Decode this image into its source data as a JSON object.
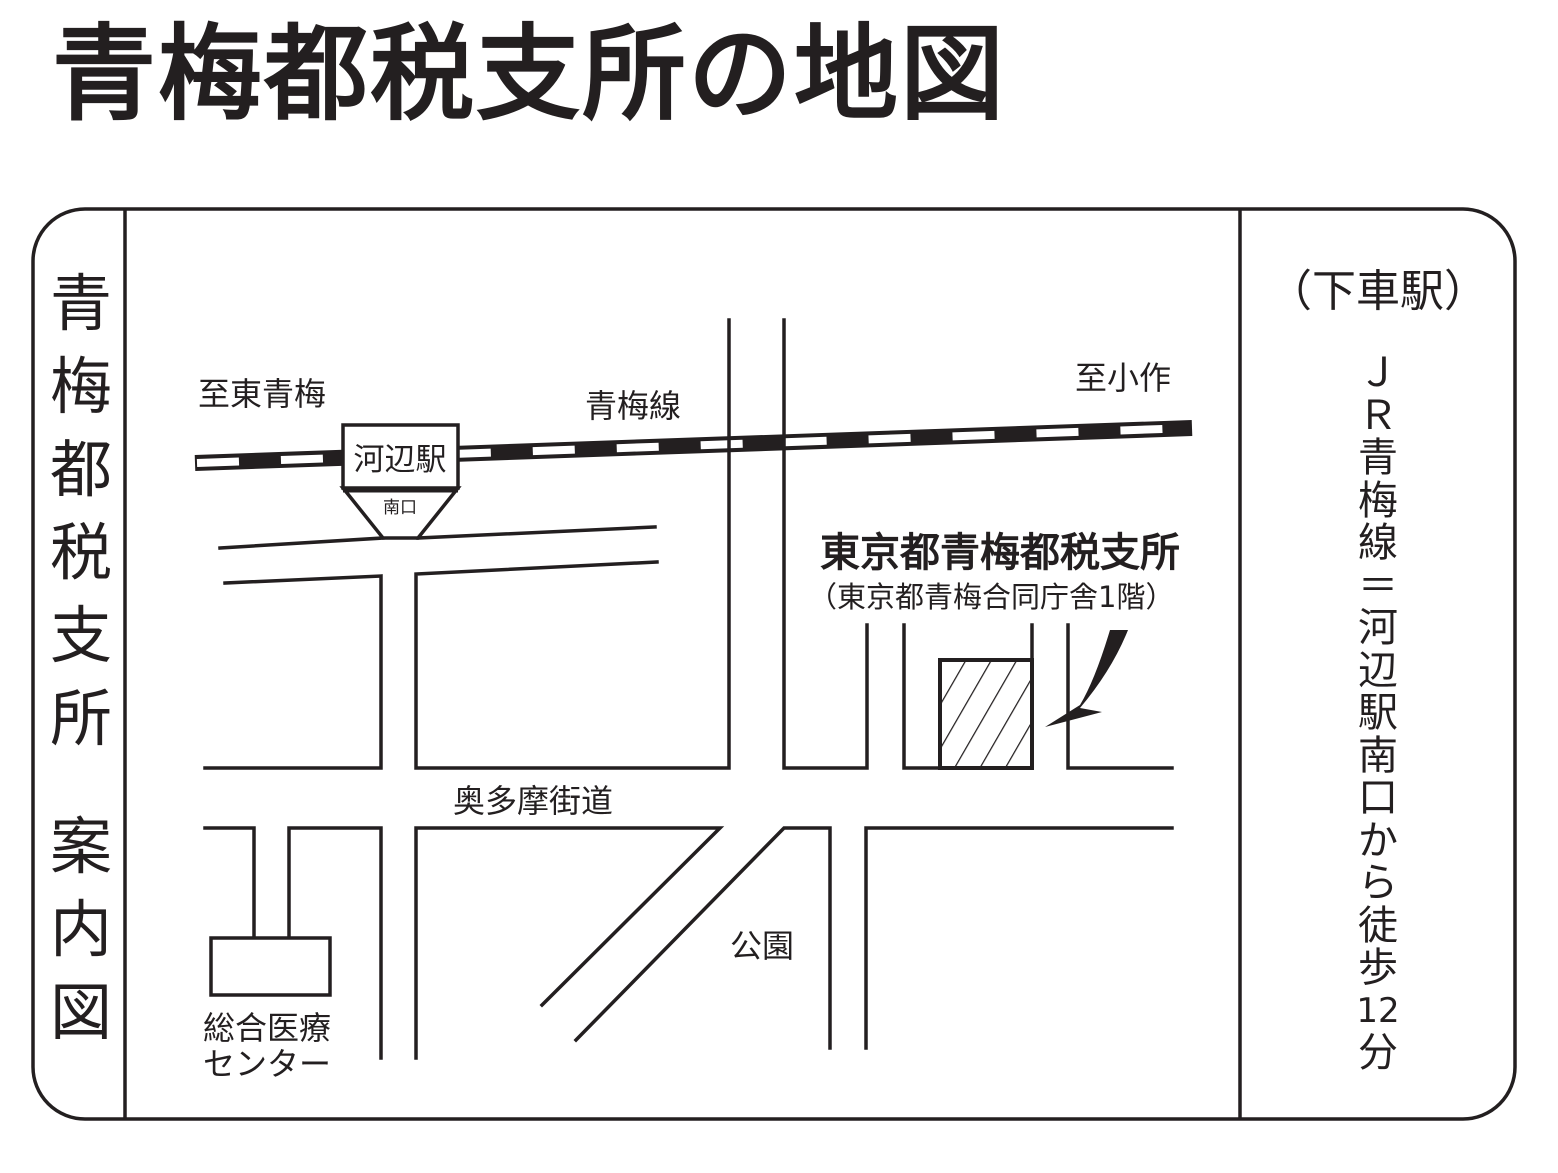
{
  "title": "青梅都税支所の地図",
  "side_title": {
    "chars": [
      "青",
      "梅",
      "都",
      "税",
      "支",
      "所"
    ],
    "suffix_chars": [
      "案",
      "内",
      "図"
    ]
  },
  "access": {
    "heading": "（下車駅）",
    "chars": [
      "Ｊ",
      "Ｒ",
      "青",
      "梅",
      "線",
      "＝",
      "河",
      "辺",
      "駅",
      "南",
      "口",
      "か",
      "ら",
      "徒",
      "歩",
      "12",
      "分"
    ]
  },
  "map": {
    "labels": {
      "to_higashi_ome": "至東青梅",
      "ome_line": "青梅線",
      "to_ozaku": "至小作",
      "station": "河辺駅",
      "south_exit": "南口",
      "office_name": "東京都青梅都税支所",
      "office_building": "（東京都青梅合同庁舎1階）",
      "street": "奥多摩街道",
      "park": "公園",
      "hospital_line1": "総合医療",
      "hospital_line2": "センター"
    }
  }
}
